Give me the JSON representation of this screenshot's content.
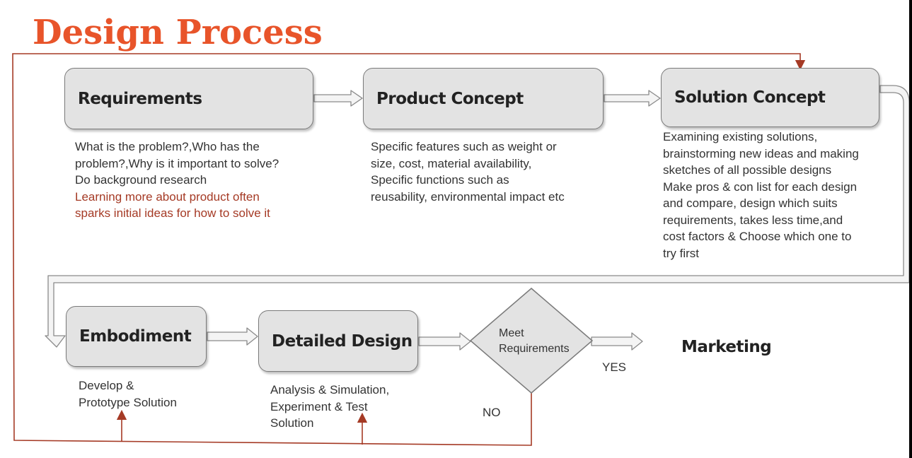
{
  "title": "Design Process",
  "colors": {
    "title": "#e8542a",
    "feedback_line": "#a53a25",
    "note_text": "#a53a25",
    "box_fill": "#e3e3e3",
    "box_border": "#7a7a7a"
  },
  "steps": [
    {
      "label": "Requirements",
      "lines": [
        {
          "text": "What is the problem?,Who has the",
          "style": "normal"
        },
        {
          "text": "problem?,Why is it important to solve?",
          "style": "normal"
        },
        {
          "text": "Do background research",
          "style": "normal"
        },
        {
          "text": "Learning more about product often",
          "style": "note"
        },
        {
          "text": "sparks initial ideas for how to solve it",
          "style": "note"
        }
      ]
    },
    {
      "label": "Product Concept",
      "lines": [
        {
          "text": "Specific features such as weight or",
          "style": "normal"
        },
        {
          "text": "size, cost, material availability,",
          "style": "normal"
        },
        {
          "text": "Specific functions such as",
          "style": "normal"
        },
        {
          "text": "reusability, environmental impact etc",
          "style": "normal"
        }
      ]
    },
    {
      "label": "Solution Concept",
      "lines": [
        {
          "text": "Examining existing solutions,",
          "style": "normal"
        },
        {
          "text": "brainstorming new ideas and making",
          "style": "normal"
        },
        {
          "text": "sketches of all possible designs",
          "style": "normal"
        },
        {
          "text": "Make pros & con list for each design",
          "style": "normal"
        },
        {
          "text": "and compare, design which suits",
          "style": "normal"
        },
        {
          "text": "requirements, takes less time,and",
          "style": "normal"
        },
        {
          "text": "cost factors & Choose which one to",
          "style": "normal"
        },
        {
          "text": "try first",
          "style": "normal"
        }
      ]
    },
    {
      "label": "Embodiment",
      "lines": [
        {
          "text": "Develop &",
          "style": "normal"
        },
        {
          "text": "Prototype Solution",
          "style": "normal"
        }
      ]
    },
    {
      "label": "Detailed Design",
      "lines": [
        {
          "text": "Analysis & Simulation,",
          "style": "normal"
        },
        {
          "text": "Experiment & Test",
          "style": "normal"
        },
        {
          "text": "Solution",
          "style": "normal"
        }
      ]
    }
  ],
  "decision": {
    "lines": [
      "Meet",
      "Requirements"
    ],
    "yes_label": "YES",
    "no_label": "NO"
  },
  "final_step": "Marketing"
}
